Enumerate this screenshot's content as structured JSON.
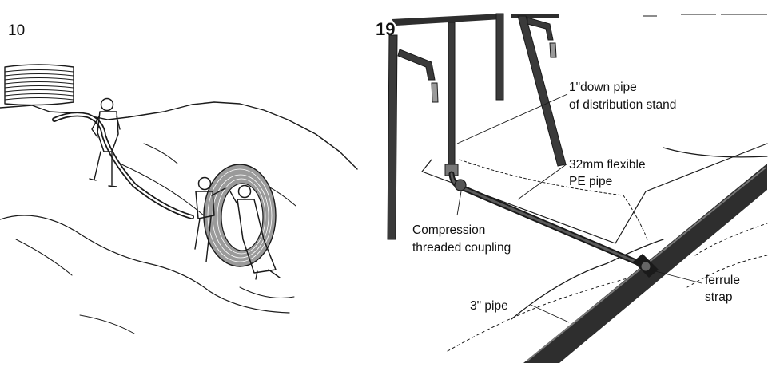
{
  "figures": [
    {
      "number": "10"
    },
    {
      "number": "19",
      "labels": {
        "down_pipe_line1": "1\"down pipe",
        "down_pipe_line2": "of distribution stand",
        "flexible_pipe_line1": "32mm flexible",
        "flexible_pipe_line2": "PE pipe",
        "coupling_line1": "Compression",
        "coupling_line2": "threaded coupling",
        "ferrule_line1": "ferrule",
        "ferrule_line2": "strap",
        "main_pipe": "3\"  pipe"
      }
    }
  ],
  "colors": {
    "ink": "#1a1a1a",
    "pipe_dark": "#2e2e2e",
    "coil_gray": "#9a9a9a",
    "paper": "#ffffff"
  }
}
